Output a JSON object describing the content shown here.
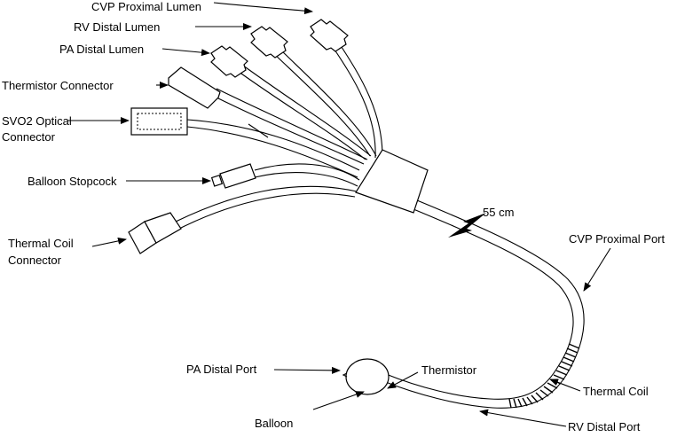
{
  "labels": {
    "cvp_proximal_lumen": "CVP Proximal Lumen",
    "rv_distal_lumen": "RV Distal Lumen",
    "pa_distal_lumen": "PA Distal Lumen",
    "thermistor_connector": "Thermistor  Connector",
    "svo2_line1": "SVO2 Optical",
    "svo2_line2": "Connector",
    "balloon_stopcock": "Balloon Stopcock",
    "thermal_coil_connector_line1": "Thermal  Coil",
    "thermal_coil_connector_line2": "Connector",
    "length_mark": "55 cm",
    "cvp_proximal_port": "CVP Proximal Port",
    "pa_distal_port": "PA Distal Port",
    "thermistor": "Thermistor",
    "thermal_coil": "Thermal  Coil",
    "balloon": "Balloon",
    "rv_distal_port": "RV Distal Port"
  },
  "colors": {
    "line": "#000000",
    "background": "#ffffff"
  }
}
